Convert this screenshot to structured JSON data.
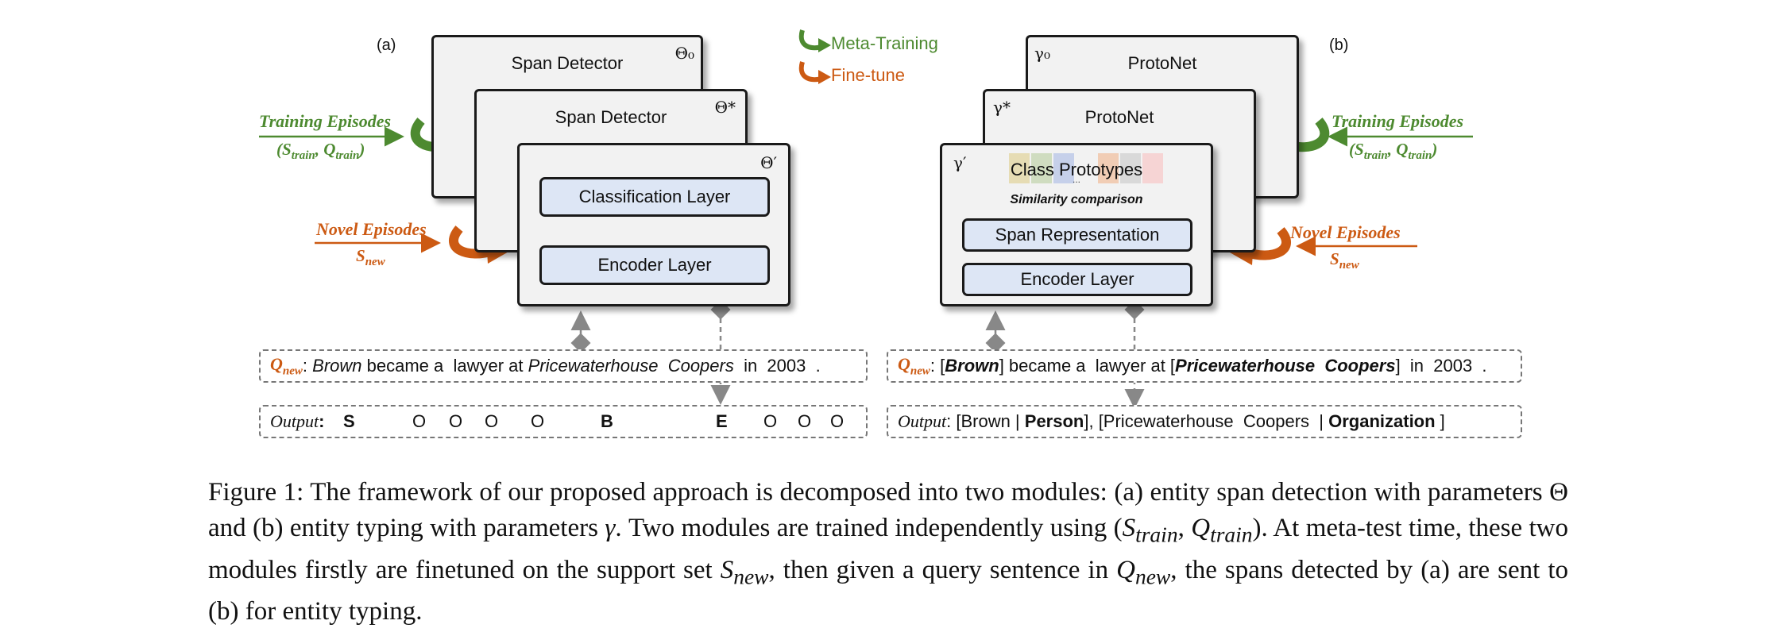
{
  "legend": {
    "meta_training": "Meta-Training",
    "fine_tune": "Fine-tune",
    "green": "#4d8a30",
    "orange": "#cc5a13"
  },
  "left": {
    "panel_label": "(a)",
    "card_back_title": "Span Detector",
    "card_back_param": "Θ₀",
    "card_mid_title": "Span Detector",
    "card_mid_param": "Θ*",
    "card_front_param": "Θ′",
    "classification_layer": "Classification Layer",
    "encoder_layer": "Encoder Layer",
    "training_title": "Training Episodes",
    "training_sub": "(S_train, Q_train)",
    "novel_title": "Novel Episodes",
    "novel_sub": "S_new",
    "query": {
      "label": "Q_new",
      "t1": ": ",
      "brown": "Brown",
      "t2": " became a  lawyer at ",
      "pwc": "Pricewaterhouse  Coopers",
      "t3": "  in  2003  ."
    },
    "output": {
      "label": "Output",
      "colon": ": ",
      "tags": [
        "S",
        "O",
        "O",
        "O",
        "O",
        "B",
        "E",
        "O",
        "O",
        "O"
      ]
    }
  },
  "right": {
    "panel_label": "(b)",
    "card_back_title": "ProtoNet",
    "card_back_param": "γ₀",
    "card_mid_title": "ProtoNet",
    "card_mid_param": "γ*",
    "card_front_param": "γ′",
    "class_prototypes": "Class Prototypes",
    "prototype_dots": "...",
    "similarity": "Similarity comparison",
    "span_representation": "Span Representation",
    "encoder_layer": "Encoder Layer",
    "training_title": "Training Episodes",
    "training_sub": "(S_train, Q_train)",
    "novel_title": "Novel Episodes",
    "novel_sub": "S_new",
    "query": {
      "label": "Q_new",
      "t1": ": [",
      "brown": "Brown",
      "t2": "] became a  lawyer at [",
      "pwc": "Pricewaterhouse  Coopers",
      "t3": "]  in  2003  ."
    },
    "output": {
      "label": "Output",
      "t1": ": [Brown | ",
      "person": "Person",
      "t2": "], [Pricewaterhouse  Coopers  | ",
      "org": "Organization",
      "t3": " ]"
    },
    "swatch_colors": [
      "#e6dcb4",
      "#cfdcc0",
      "#c6d0ea",
      "#f1cdb5",
      "#d9d9d9",
      "#f6d4d4"
    ]
  },
  "caption": {
    "p1": "Figure 1:  The framework of our proposed approach is decomposed into two modules:  (a) entity span detection with parameters Θ and (b) entity typing with parameters ",
    "gamma": "γ",
    "p2": ".  Two modules are trained independently using (",
    "s_train": "S",
    "s_train_sub": "train",
    "comma": ", ",
    "q_train": "Q",
    "q_train_sub": "train",
    "p3": ").  At meta-test time, these two modules firstly are finetuned on the support set ",
    "s_new": "S",
    "s_new_sub": "new",
    "p4": ", then given a query sentence in ",
    "q_new": "Q",
    "q_new_sub": "new",
    "p5": ", the spans detected by (a) are sent to (b) for entity typing."
  }
}
